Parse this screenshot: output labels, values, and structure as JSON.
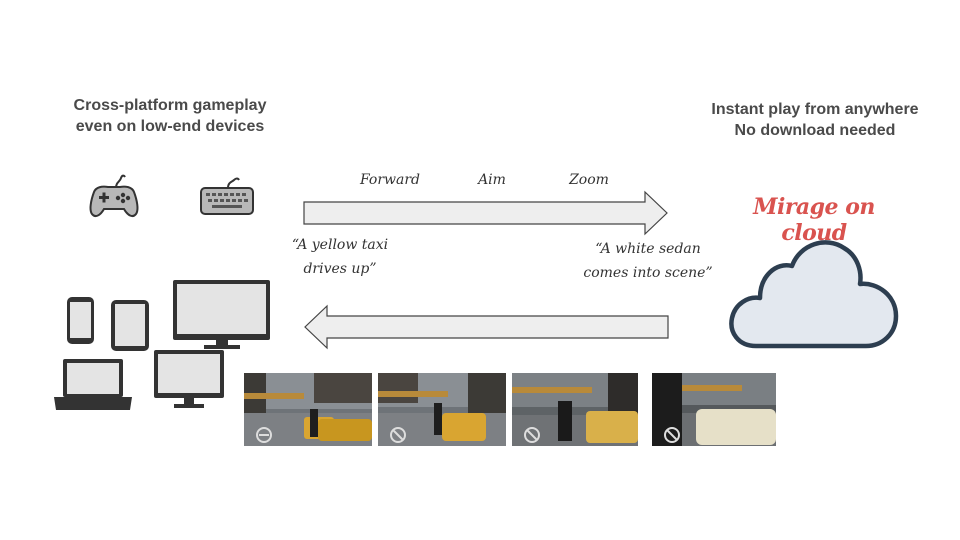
{
  "left_heading": {
    "line1": "Cross-platform gameplay",
    "line2": "even on low-end devices"
  },
  "right_heading": {
    "line1": "Instant play from anywhere",
    "line2": "No download needed"
  },
  "commands": {
    "forward": "Forward",
    "aim": "Aim",
    "zoom": "Zoom"
  },
  "captions": {
    "left_line1": "“A yellow taxi",
    "left_line2": "drives up”",
    "right_line1": "“A white sedan",
    "right_line2": "comes into scene”"
  },
  "brand": {
    "name": "Mirage on cloud",
    "color": "#d9534f"
  },
  "icons": [
    "gamepad-icon",
    "keyboard-icon",
    "cloud-icon",
    "phone-icon",
    "tablet-icon",
    "monitor-icon",
    "laptop-icon",
    "desktop-icon"
  ],
  "frames_count_note": ""
}
